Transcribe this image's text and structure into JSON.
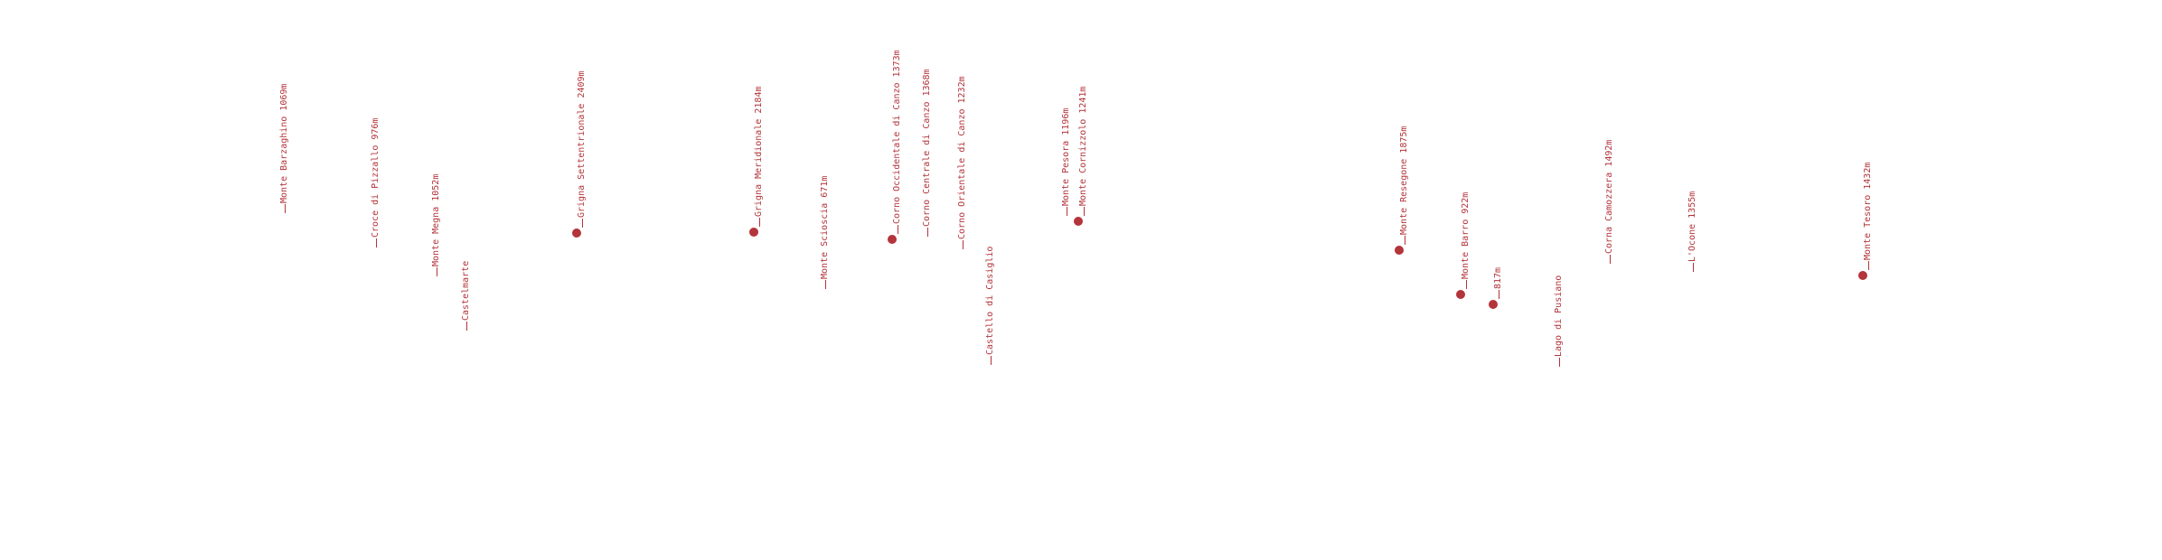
{
  "colors": {
    "accent": "#b3343a"
  },
  "labels": [
    {
      "id": "monte-barzaghino",
      "text": "Monte Barzaghino 1069m",
      "marker": false
    },
    {
      "id": "croce-di-pizzallo",
      "text": "Croce di Pizzallo 976m",
      "marker": false
    },
    {
      "id": "monte-megna",
      "text": "Monte Megna 1052m",
      "marker": false
    },
    {
      "id": "castelmarte",
      "text": "Castelmarte",
      "marker": false
    },
    {
      "id": "grigna-settentrionale",
      "text": "Grigna Settentrionale 2409m",
      "marker": true
    },
    {
      "id": "grigna-meridionale",
      "text": "Grigna Meridionale 2184m",
      "marker": true
    },
    {
      "id": "monte-scioscia",
      "text": "Monte Scioscia 671m",
      "marker": false
    },
    {
      "id": "corno-occidentale",
      "text": "Corno Occidentale di Canzo 1373m",
      "marker": true
    },
    {
      "id": "corno-centrale",
      "text": "Corno Centrale di Canzo 1368m",
      "marker": false
    },
    {
      "id": "corno-orientale",
      "text": "Corno Orientale di Canzo 1232m",
      "marker": false
    },
    {
      "id": "castello-di-casiglio",
      "text": "Castello di Casiglio",
      "marker": false
    },
    {
      "id": "monte-pesora",
      "text": "Monte Pesora 1196m",
      "marker": false
    },
    {
      "id": "monte-cornizzolo",
      "text": "Monte Cornizzolo 1241m",
      "marker": true
    },
    {
      "id": "monte-resegone",
      "text": "Monte Resegone 1875m",
      "marker": true
    },
    {
      "id": "monte-barro",
      "text": "Monte Barro 922m",
      "marker": true
    },
    {
      "id": "quota-817",
      "text": "817m",
      "marker": true
    },
    {
      "id": "lago-di-pusiano",
      "text": "Lago di Pusiano",
      "marker": false
    },
    {
      "id": "corna-camozzera",
      "text": "Corna Camozzera 1492m",
      "marker": false
    },
    {
      "id": "l-ocone",
      "text": "L'Ocone 1355m",
      "marker": false
    },
    {
      "id": "monte-tesoro",
      "text": "Monte Tesoro 1432m",
      "marker": true
    }
  ]
}
